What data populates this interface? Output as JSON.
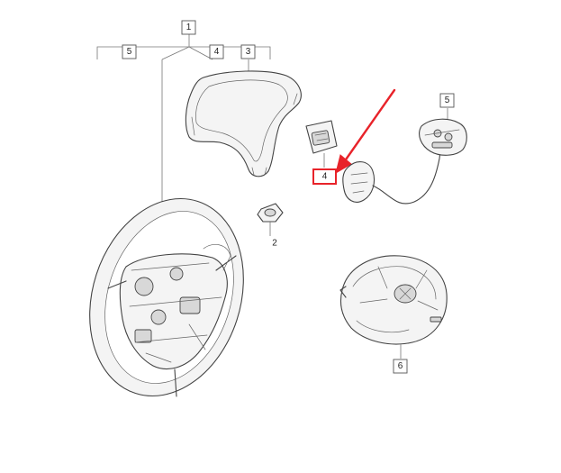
{
  "callouts": {
    "group_main": "1",
    "sub_left": "5",
    "sub_mid": "4",
    "sub_right": "3",
    "nut": "2",
    "switch_module": "5",
    "bezel_highlighted": "4",
    "airbag": "6"
  },
  "colors": {
    "highlight": "#e8232a",
    "arrow": "#e8232a",
    "line_art": "#444444"
  }
}
